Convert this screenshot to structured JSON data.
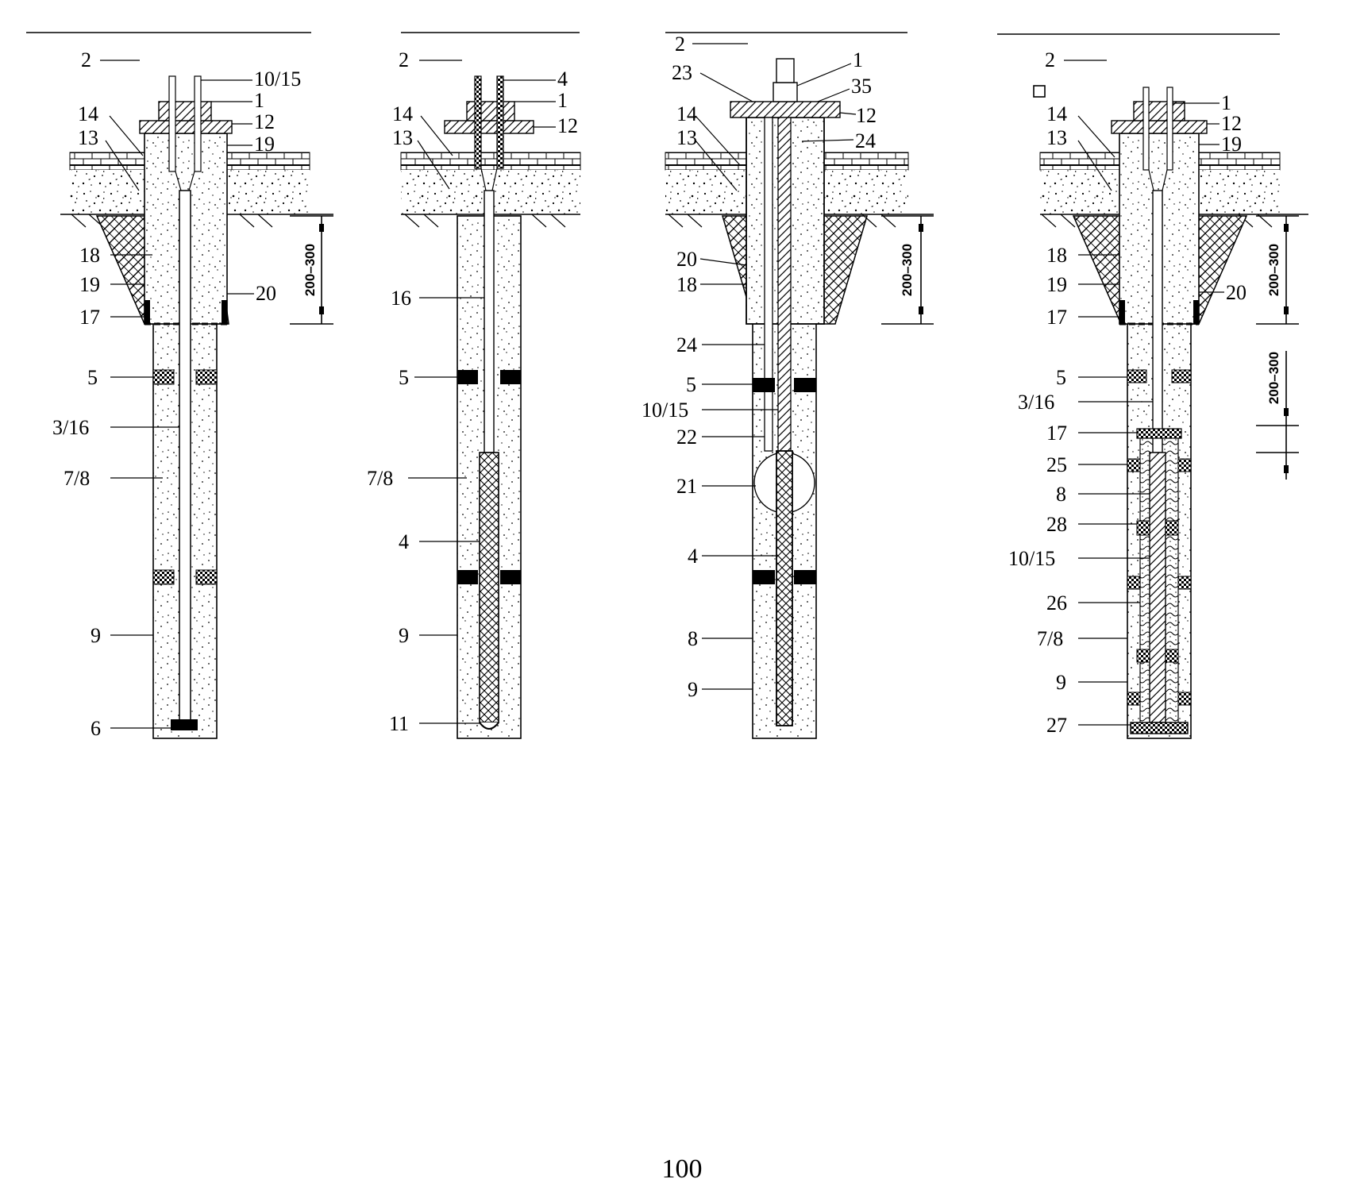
{
  "page_number": "100",
  "diagram_a": {
    "labels": [
      "2",
      "10/15",
      "1",
      "14",
      "12",
      "13",
      "19",
      "18",
      "19",
      "20",
      "17",
      "5",
      "3/16",
      "7/8",
      "9",
      "6"
    ],
    "dimension": "200–300"
  },
  "diagram_b": {
    "labels": [
      "2",
      "4",
      "1",
      "14",
      "12",
      "13",
      "16",
      "5",
      "7/8",
      "4",
      "9",
      "11"
    ]
  },
  "diagram_c": {
    "labels": [
      "2",
      "1",
      "23",
      "35",
      "14",
      "12",
      "13",
      "24",
      "20",
      "18",
      "24",
      "5",
      "10/15",
      "22",
      "21",
      "4",
      "8",
      "9"
    ],
    "dimension": "200–300"
  },
  "diagram_d": {
    "labels": [
      "2",
      "1",
      "14",
      "12",
      "13",
      "19",
      "18",
      "19",
      "20",
      "17",
      "5",
      "3/16",
      "17",
      "25",
      "8",
      "28",
      "10/15",
      "26",
      "7/8",
      "9",
      "27"
    ],
    "dimensions": [
      "200–300",
      "200–300"
    ]
  }
}
